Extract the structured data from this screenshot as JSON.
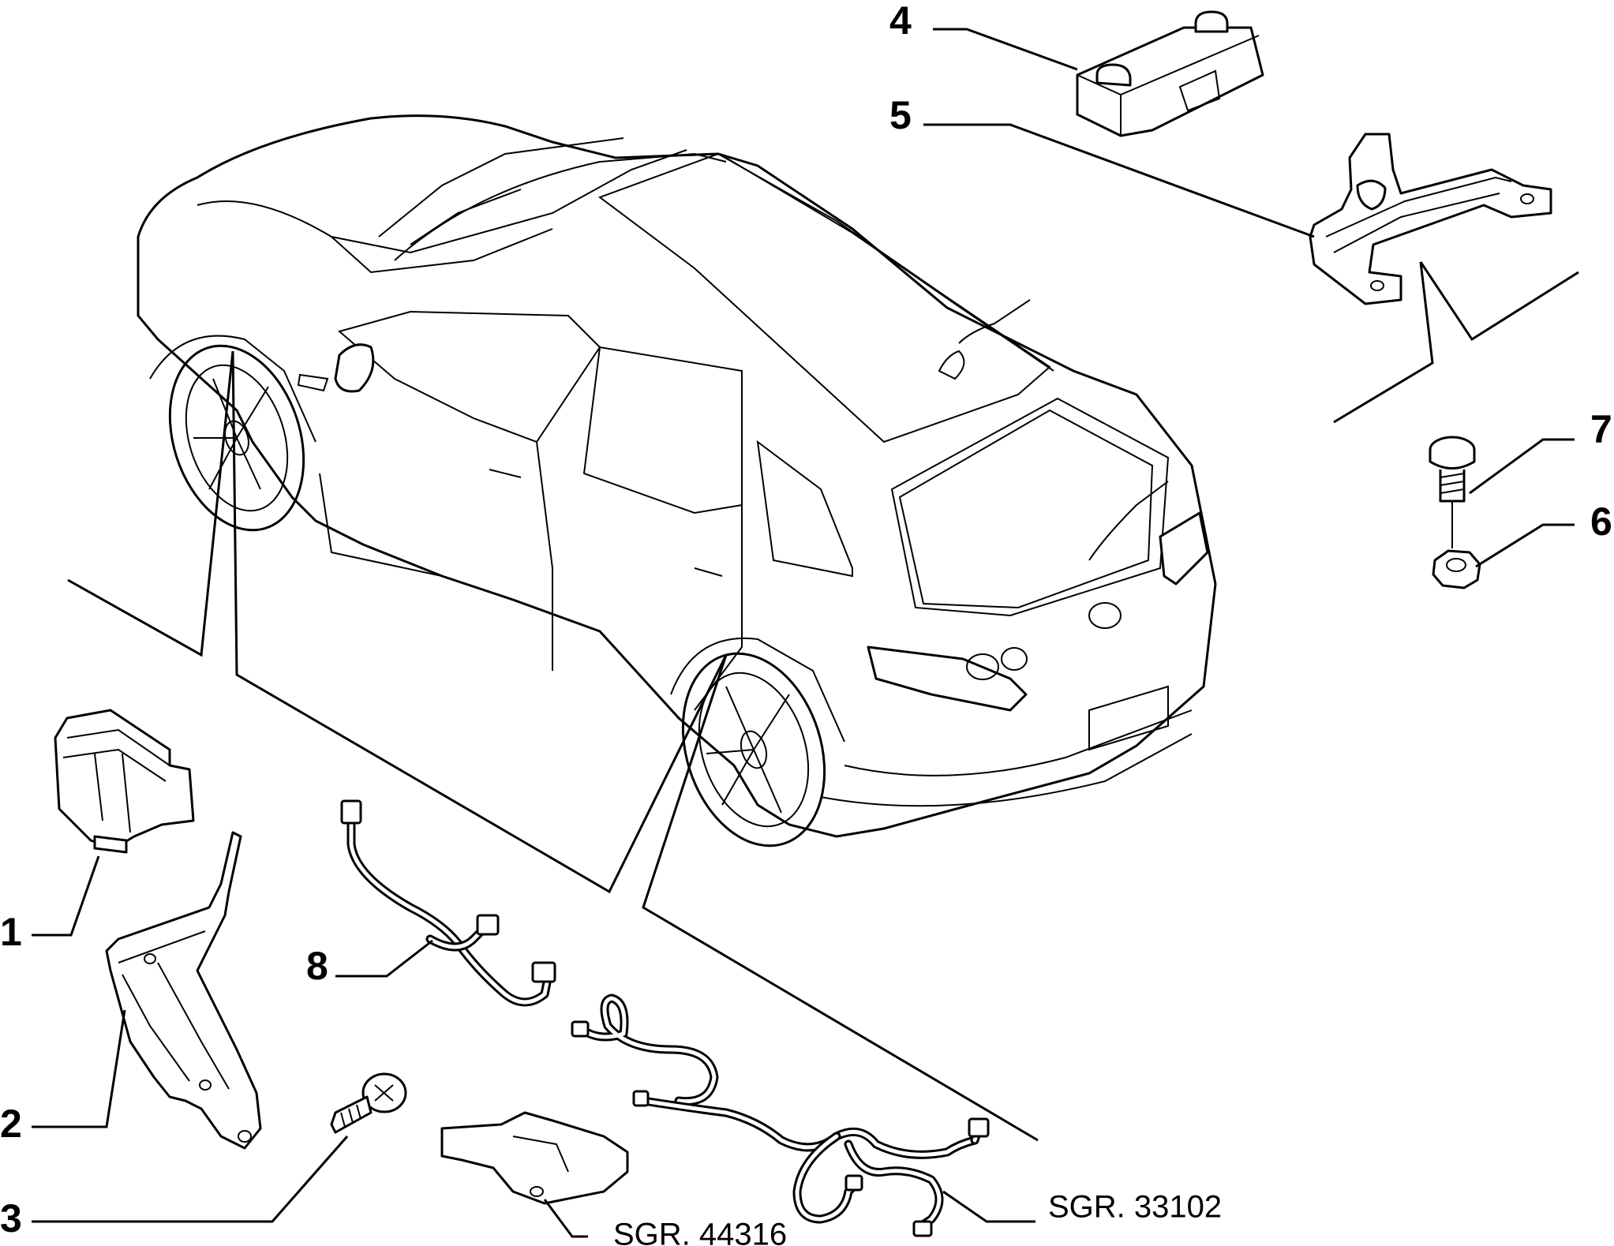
{
  "diagram": {
    "callouts": [
      {
        "id": "1",
        "label": "1"
      },
      {
        "id": "2",
        "label": "2"
      },
      {
        "id": "3",
        "label": "3"
      },
      {
        "id": "4",
        "label": "4"
      },
      {
        "id": "5",
        "label": "5"
      },
      {
        "id": "6",
        "label": "6"
      },
      {
        "id": "7",
        "label": "7"
      },
      {
        "id": "8",
        "label": "8"
      }
    ],
    "references": [
      {
        "id": "sgr-44316",
        "label": "SGR. 44316"
      },
      {
        "id": "sgr-33102",
        "label": "SGR. 33102"
      }
    ]
  }
}
